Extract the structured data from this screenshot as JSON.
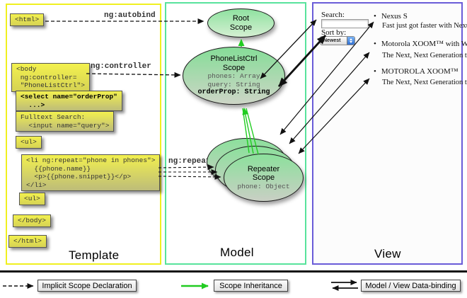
{
  "columns": {
    "template": {
      "label": "Template"
    },
    "model": {
      "label": "Model"
    },
    "view": {
      "label": "View"
    }
  },
  "template_code": {
    "html_open": "<html>",
    "body_open": "<body\n ng:controller=\n \"PhoneListCtrl\">",
    "select": "<select name=\"orderProp\"\n  ...>",
    "fulltext": "Fulltext Search:\n  <input name=\"query\">",
    "ul_open": "<ul>",
    "li_repeat": "<li ng:repeat=\"phone in phones\">\n  {{phone.name}}\n  <p>{{phone.snippet}}</p>\n</li>",
    "ul_close": "<ul>",
    "body_close": "</body>",
    "html_close": "</html>"
  },
  "arrow_labels": {
    "autobind": "ng:autobind",
    "controller": "ng:controller",
    "repeat": "ng:repeat"
  },
  "model": {
    "root_scope": {
      "title": "Root\nScope"
    },
    "phonelist_scope": {
      "title": "PhoneListCtrl\nScope",
      "prop1": "phones: Array",
      "prop2": "query: String",
      "prop3": "orderProp: String"
    },
    "repeater_scope": {
      "title": "Repeater\nScope",
      "prop": "phone: Object"
    }
  },
  "view": {
    "search_label": "Search:",
    "search_value": "",
    "sort_label": "Sort by:",
    "sort_value": "Newest",
    "items": [
      {
        "title": "Nexus S",
        "desc": "Fast just got faster with Nexus S."
      },
      {
        "title": "Motorola XOOM™ with Wi-Fi",
        "desc": "The Next, Next Generation tablet."
      },
      {
        "title": "MOTOROLA XOOM™",
        "desc": "The Next, Next Generation tablet."
      }
    ]
  },
  "legend": {
    "implicit": "Implicit Scope Declaration",
    "inheritance": "Scope Inheritance",
    "databinding": "Model / View Data-binding"
  },
  "colors": {
    "template_border": "#f0f020",
    "model_border": "#58e39c",
    "view_border": "#6a5cd8",
    "scope_green_top": "#8ce09c",
    "code_yellow": "#f3f14e",
    "inheritance_arrow": "#21cc21",
    "select_stepper_blue": "#2f6fd0"
  }
}
